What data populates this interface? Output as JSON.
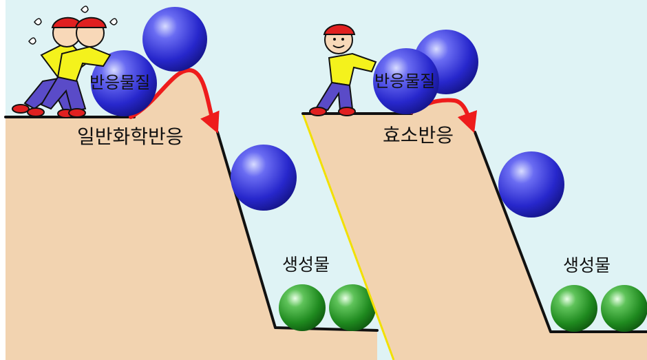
{
  "colors": {
    "sky": "#dff3f5",
    "ground": "#f2d3b0",
    "reactant": "#2a2ad0",
    "product": "#1f8a1f",
    "barrier_arrow": "#ee1c1c",
    "divider": "#f2e000",
    "shirt": "#f4f21c",
    "pants": "#5a4bc8",
    "cap": "#e02020"
  },
  "panels": {
    "left": {
      "caption": "일반화학반응",
      "reactant_label": "반응물질",
      "product_label": "생성물"
    },
    "right": {
      "caption": "효소반응",
      "reactant_label": "반응물질",
      "product_label": "생성물"
    }
  }
}
